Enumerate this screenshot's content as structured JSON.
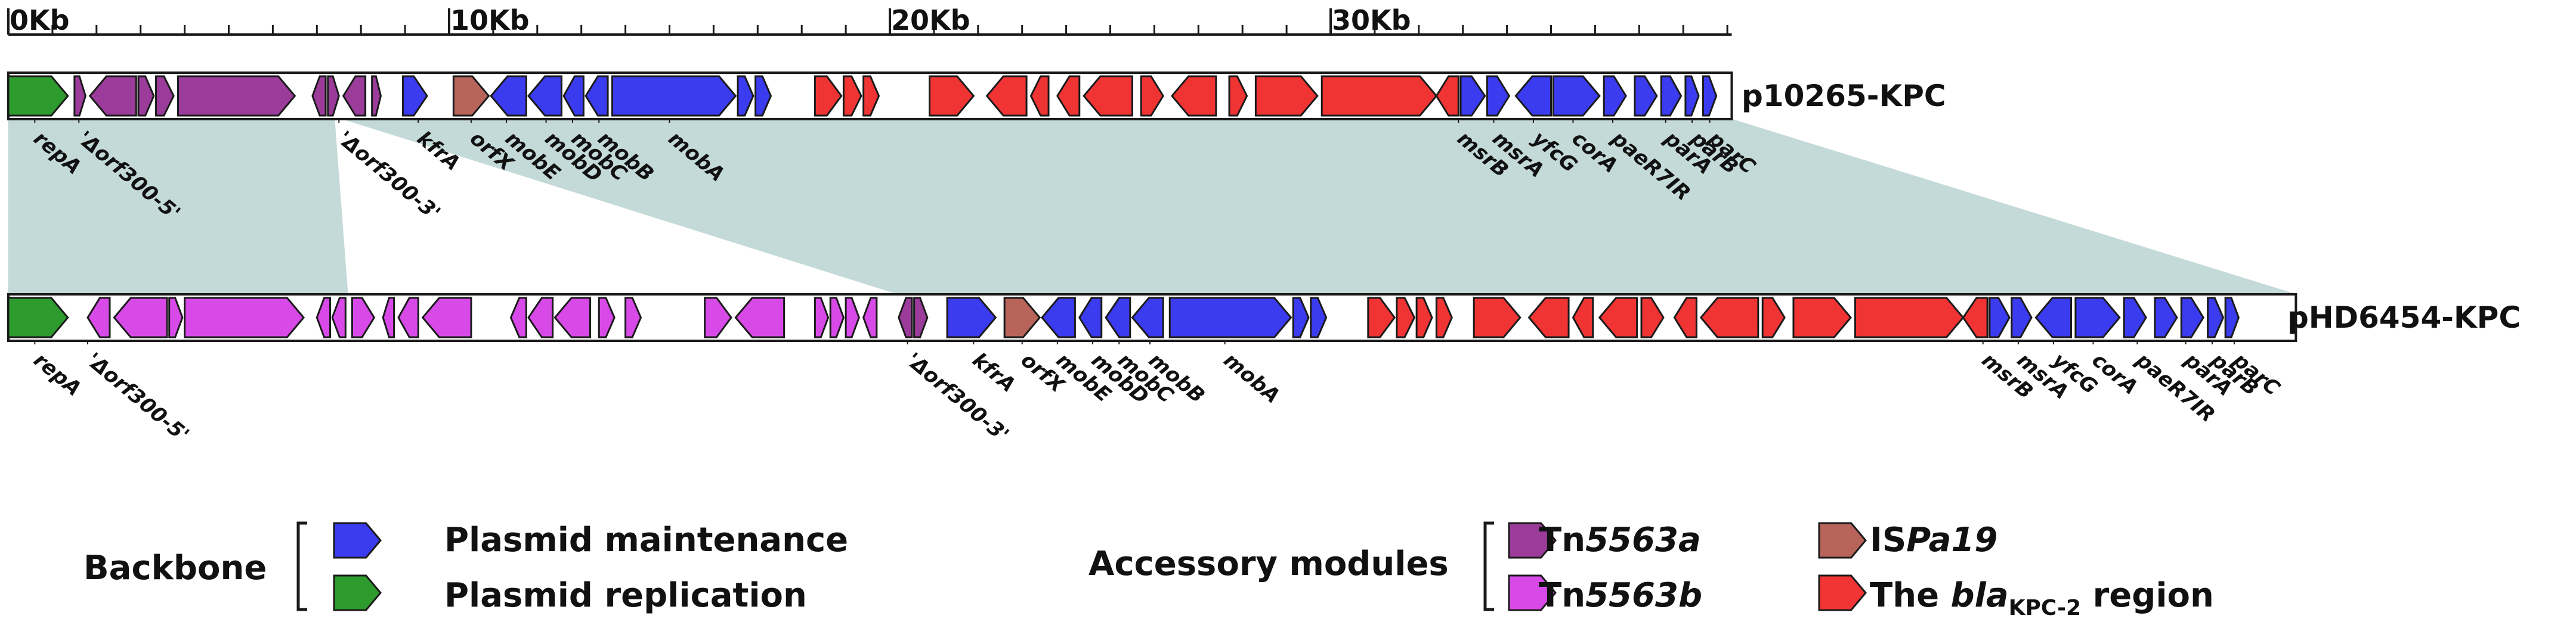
{
  "scale": {
    "ticks": [
      {
        "kb": 0,
        "label": "0Kb"
      },
      {
        "kb": 10,
        "label": "10Kb"
      },
      {
        "kb": 20,
        "label": "20Kb"
      },
      {
        "kb": 30,
        "label": "30Kb"
      }
    ]
  },
  "plasmids": [
    {
      "id": "p10265",
      "name": "p10265-KPC",
      "length_kb": 39.1,
      "genes": [
        {
          "s": 0.0,
          "e": 1.35,
          "t": "rep"
        },
        {
          "s": 1.5,
          "e": 1.75,
          "t": "tn_a"
        },
        {
          "s": 1.85,
          "e": 2.9,
          "t": "tn_a",
          "d": -1
        },
        {
          "s": 2.95,
          "e": 3.3,
          "t": "tn_a"
        },
        {
          "s": 3.35,
          "e": 3.75,
          "t": "tn_a"
        },
        {
          "s": 3.85,
          "e": 6.5,
          "t": "tn_a"
        },
        {
          "s": 6.9,
          "e": 7.2,
          "t": "tn_a",
          "d": -1
        },
        {
          "s": 7.25,
          "e": 7.5,
          "t": "tn_a"
        },
        {
          "s": 7.6,
          "e": 8.1,
          "t": "tn_a",
          "d": -1
        },
        {
          "s": 8.25,
          "e": 8.45,
          "t": "tn_a"
        },
        {
          "s": 8.95,
          "e": 9.5,
          "t": "maint"
        },
        {
          "s": 10.1,
          "e": 10.9,
          "t": "is"
        },
        {
          "s": 10.95,
          "e": 11.75,
          "t": "maint",
          "d": -1
        },
        {
          "s": 11.8,
          "e": 12.55,
          "t": "maint",
          "d": -1
        },
        {
          "s": 12.6,
          "e": 13.05,
          "t": "maint",
          "d": -1
        },
        {
          "s": 13.1,
          "e": 13.6,
          "t": "maint",
          "d": -1
        },
        {
          "s": 13.7,
          "e": 16.5,
          "t": "maint"
        },
        {
          "s": 16.55,
          "e": 16.9,
          "t": "maint"
        },
        {
          "s": 16.95,
          "e": 17.3,
          "t": "maint"
        },
        {
          "s": 18.3,
          "e": 18.9,
          "t": "kpc"
        },
        {
          "s": 18.95,
          "e": 19.35,
          "t": "kpc"
        },
        {
          "s": 19.4,
          "e": 19.75,
          "t": "kpc"
        },
        {
          "s": 20.9,
          "e": 21.9,
          "t": "kpc"
        },
        {
          "s": 22.2,
          "e": 23.1,
          "t": "kpc",
          "d": -1
        },
        {
          "s": 23.2,
          "e": 23.6,
          "t": "kpc",
          "d": -1
        },
        {
          "s": 23.8,
          "e": 24.3,
          "t": "kpc",
          "d": -1
        },
        {
          "s": 24.4,
          "e": 25.5,
          "t": "kpc",
          "d": -1
        },
        {
          "s": 25.7,
          "e": 26.2,
          "t": "kpc"
        },
        {
          "s": 26.4,
          "e": 27.4,
          "t": "kpc",
          "d": -1
        },
        {
          "s": 27.7,
          "e": 28.1,
          "t": "kpc"
        },
        {
          "s": 28.3,
          "e": 29.7,
          "t": "kpc"
        },
        {
          "s": 29.8,
          "e": 32.4,
          "t": "kpc"
        },
        {
          "s": 32.4,
          "e": 32.9,
          "t": "kpc",
          "d": -1
        },
        {
          "s": 32.95,
          "e": 33.5,
          "t": "maint"
        },
        {
          "s": 33.55,
          "e": 34.05,
          "t": "maint"
        },
        {
          "s": 34.2,
          "e": 35.0,
          "t": "maint",
          "d": -1
        },
        {
          "s": 35.05,
          "e": 36.1,
          "t": "maint"
        },
        {
          "s": 36.2,
          "e": 36.7,
          "t": "maint"
        },
        {
          "s": 36.9,
          "e": 37.4,
          "t": "maint"
        },
        {
          "s": 37.5,
          "e": 37.95,
          "t": "maint"
        },
        {
          "s": 38.05,
          "e": 38.35,
          "t": "maint"
        },
        {
          "s": 38.45,
          "e": 38.75,
          "t": "maint"
        }
      ],
      "labels": [
        {
          "kb": 0.6,
          "text": "repA"
        },
        {
          "kb": 1.6,
          "text": "'Δorf300-5'"
        },
        {
          "kb": 7.5,
          "text": "'Δorf300-3'"
        },
        {
          "kb": 9.3,
          "text": "kfrA"
        },
        {
          "kb": 10.5,
          "text": "orfX"
        },
        {
          "kb": 11.3,
          "text": "mobE"
        },
        {
          "kb": 12.2,
          "text": "mobD"
        },
        {
          "kb": 12.8,
          "text": "mobC"
        },
        {
          "kb": 13.4,
          "text": "mobB"
        },
        {
          "kb": 15.0,
          "text": "mobA"
        },
        {
          "kb": 32.9,
          "text": "msrB"
        },
        {
          "kb": 33.7,
          "text": "msrA"
        },
        {
          "kb": 34.6,
          "text": "yfcG"
        },
        {
          "kb": 35.5,
          "text": "corA"
        },
        {
          "kb": 36.4,
          "text": "paeR7IR"
        },
        {
          "kb": 37.6,
          "text": "parA"
        },
        {
          "kb": 38.2,
          "text": "parB"
        },
        {
          "kb": 38.6,
          "text": "parC"
        }
      ]
    },
    {
      "id": "pHD6454",
      "name": "pHD6454-KPC",
      "length_kb": 51.9,
      "genes": [
        {
          "s": 0.0,
          "e": 1.35,
          "t": "rep"
        },
        {
          "s": 1.8,
          "e": 2.3,
          "t": "tn_b",
          "d": -1
        },
        {
          "s": 2.4,
          "e": 3.6,
          "t": "tn_b",
          "d": -1
        },
        {
          "s": 3.65,
          "e": 3.95,
          "t": "tn_b"
        },
        {
          "s": 4.0,
          "e": 6.7,
          "t": "tn_b"
        },
        {
          "s": 7.0,
          "e": 7.3,
          "t": "tn_b",
          "d": -1
        },
        {
          "s": 7.35,
          "e": 7.65,
          "t": "tn_b",
          "d": -1
        },
        {
          "s": 7.8,
          "e": 8.3,
          "t": "tn_b"
        },
        {
          "s": 8.5,
          "e": 8.75,
          "t": "tn_b",
          "d": -1
        },
        {
          "s": 8.85,
          "e": 9.3,
          "t": "tn_b",
          "d": -1
        },
        {
          "s": 9.4,
          "e": 10.5,
          "t": "tn_b",
          "d": -1
        },
        {
          "s": 11.4,
          "e": 11.75,
          "t": "tn_b",
          "d": -1
        },
        {
          "s": 11.8,
          "e": 12.35,
          "t": "tn_b",
          "d": -1
        },
        {
          "s": 12.4,
          "e": 13.2,
          "t": "tn_b",
          "d": -1
        },
        {
          "s": 13.4,
          "e": 13.75,
          "t": "tn_b"
        },
        {
          "s": 14.0,
          "e": 14.35,
          "t": "tn_b"
        },
        {
          "s": 15.8,
          "e": 16.4,
          "t": "tn_b"
        },
        {
          "s": 16.5,
          "e": 17.6,
          "t": "tn_b",
          "d": -1
        },
        {
          "s": 18.3,
          "e": 18.6,
          "t": "tn_b"
        },
        {
          "s": 18.65,
          "e": 18.95,
          "t": "tn_b"
        },
        {
          "s": 19.0,
          "e": 19.3,
          "t": "tn_b"
        },
        {
          "s": 19.4,
          "e": 19.7,
          "t": "tn_b",
          "d": -1
        },
        {
          "s": 20.2,
          "e": 20.5,
          "t": "tn_a",
          "d": -1
        },
        {
          "s": 20.55,
          "e": 20.85,
          "t": "tn_a"
        },
        {
          "s": 21.3,
          "e": 22.4,
          "t": "maint"
        },
        {
          "s": 22.6,
          "e": 23.4,
          "t": "is"
        },
        {
          "s": 23.45,
          "e": 24.2,
          "t": "maint",
          "d": -1
        },
        {
          "s": 24.3,
          "e": 24.8,
          "t": "maint",
          "d": -1
        },
        {
          "s": 24.9,
          "e": 25.45,
          "t": "maint",
          "d": -1
        },
        {
          "s": 25.5,
          "e": 26.2,
          "t": "maint",
          "d": -1
        },
        {
          "s": 26.35,
          "e": 29.1,
          "t": "maint"
        },
        {
          "s": 29.15,
          "e": 29.5,
          "t": "maint"
        },
        {
          "s": 29.55,
          "e": 29.9,
          "t": "maint"
        },
        {
          "s": 30.85,
          "e": 31.45,
          "t": "kpc"
        },
        {
          "s": 31.5,
          "e": 31.9,
          "t": "kpc"
        },
        {
          "s": 31.95,
          "e": 32.3,
          "t": "kpc"
        },
        {
          "s": 32.4,
          "e": 32.75,
          "t": "kpc"
        },
        {
          "s": 33.25,
          "e": 34.3,
          "t": "kpc"
        },
        {
          "s": 34.5,
          "e": 35.4,
          "t": "kpc",
          "d": -1
        },
        {
          "s": 35.5,
          "e": 35.95,
          "t": "kpc",
          "d": -1
        },
        {
          "s": 36.1,
          "e": 36.95,
          "t": "kpc",
          "d": -1
        },
        {
          "s": 37.05,
          "e": 37.55,
          "t": "kpc"
        },
        {
          "s": 37.8,
          "e": 38.3,
          "t": "kpc",
          "d": -1
        },
        {
          "s": 38.4,
          "e": 39.7,
          "t": "kpc",
          "d": -1
        },
        {
          "s": 39.8,
          "e": 40.3,
          "t": "kpc"
        },
        {
          "s": 40.5,
          "e": 41.8,
          "t": "kpc"
        },
        {
          "s": 41.9,
          "e": 44.35,
          "t": "kpc"
        },
        {
          "s": 44.35,
          "e": 44.9,
          "t": "kpc",
          "d": -1
        },
        {
          "s": 44.95,
          "e": 45.4,
          "t": "maint"
        },
        {
          "s": 45.45,
          "e": 45.9,
          "t": "maint"
        },
        {
          "s": 46.0,
          "e": 46.8,
          "t": "maint",
          "d": -1
        },
        {
          "s": 46.9,
          "e": 47.9,
          "t": "maint"
        },
        {
          "s": 48.0,
          "e": 48.5,
          "t": "maint"
        },
        {
          "s": 48.7,
          "e": 49.2,
          "t": "maint"
        },
        {
          "s": 49.3,
          "e": 49.8,
          "t": "maint"
        },
        {
          "s": 49.9,
          "e": 50.25,
          "t": "maint"
        },
        {
          "s": 50.3,
          "e": 50.6,
          "t": "maint"
        }
      ],
      "labels": [
        {
          "kb": 0.6,
          "text": "repA"
        },
        {
          "kb": 1.8,
          "text": "'Δorf300-5'"
        },
        {
          "kb": 20.4,
          "text": "'Δorf300-3'"
        },
        {
          "kb": 21.9,
          "text": "kfrA"
        },
        {
          "kb": 23.0,
          "text": "orfX"
        },
        {
          "kb": 23.8,
          "text": "mobE"
        },
        {
          "kb": 24.6,
          "text": "mobD"
        },
        {
          "kb": 25.2,
          "text": "mobC"
        },
        {
          "kb": 25.9,
          "text": "mobB"
        },
        {
          "kb": 27.6,
          "text": "mobA"
        },
        {
          "kb": 44.8,
          "text": "msrB"
        },
        {
          "kb": 45.6,
          "text": "msrA"
        },
        {
          "kb": 46.4,
          "text": "yfcG"
        },
        {
          "kb": 47.3,
          "text": "corA"
        },
        {
          "kb": 48.3,
          "text": "paeR7IR"
        },
        {
          "kb": 49.4,
          "text": "parA"
        },
        {
          "kb": 50.0,
          "text": "parB"
        },
        {
          "kb": 50.5,
          "text": "parC"
        }
      ]
    }
  ],
  "homology_blocks": [
    {
      "a": [
        0.0,
        1.5
      ],
      "b": [
        0.0,
        1.5
      ]
    },
    {
      "a": [
        1.5,
        7.4
      ],
      "b": [
        1.5,
        7.7
      ]
    },
    {
      "a": [
        7.6,
        39.1
      ],
      "b": [
        20.2,
        51.9
      ]
    }
  ],
  "colors": {
    "maint": "#3b3bf0",
    "rep": "#2e9b2e",
    "tn_a": "#9b3c9b",
    "tn_b": "#d84ae8",
    "is": "#b8645a",
    "kpc": "#f03434",
    "homology": "#c4dad8"
  },
  "legend": {
    "backbone_label": "Backbone",
    "accessory_label": "Accessory modules",
    "items": {
      "maint": "Plasmid maintenance",
      "rep": "Plasmid replication",
      "tn_a_prefix": "Tn",
      "tn_a_italic": "5563a",
      "tn_b_prefix": "Tn",
      "tn_b_italic": "5563b",
      "is_prefix": "IS",
      "is_italic": "Pa19",
      "kpc_prefix": "The ",
      "kpc_italic": "bla",
      "kpc_sub": "KPC-2",
      "kpc_suffix": " region"
    }
  }
}
